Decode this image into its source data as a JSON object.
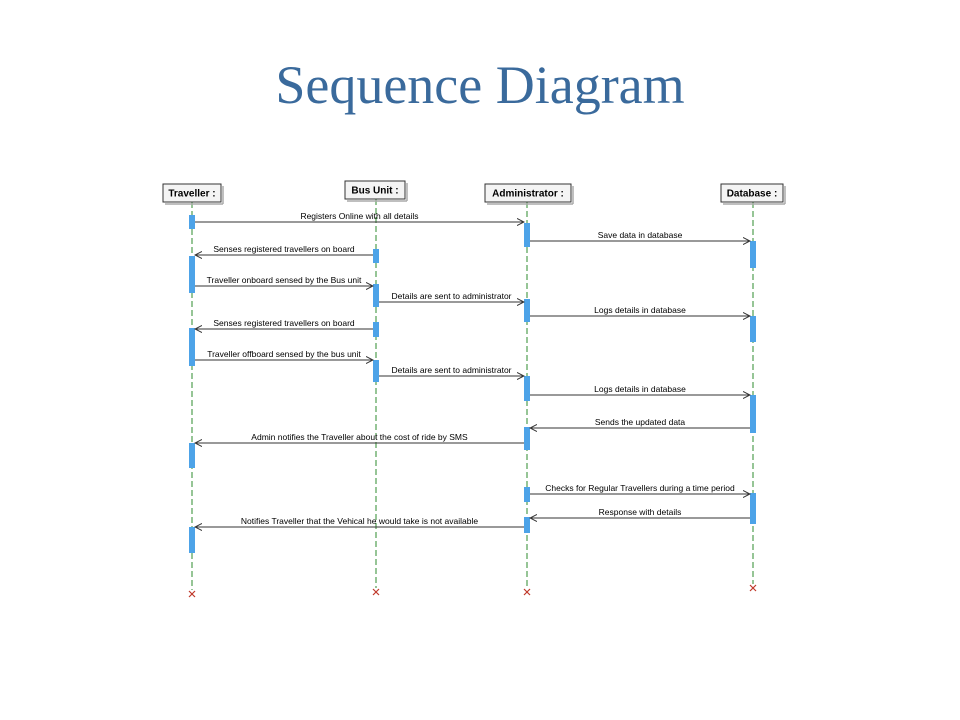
{
  "title": "Sequence Diagram",
  "actors": [
    {
      "id": "traveller",
      "label": "Traveller :"
    },
    {
      "id": "bus",
      "label": "Bus Unit :"
    },
    {
      "id": "admin",
      "label": "Administrator :"
    },
    {
      "id": "db",
      "label": "Database :"
    }
  ],
  "messages": [
    {
      "from": "traveller",
      "to": "admin",
      "label": "Registers Online with all details"
    },
    {
      "from": "admin",
      "to": "db",
      "label": "Save data in database"
    },
    {
      "from": "bus",
      "to": "traveller",
      "label": "Senses registered travellers on board"
    },
    {
      "from": "traveller",
      "to": "bus",
      "label": "Traveller onboard sensed by the Bus unit"
    },
    {
      "from": "bus",
      "to": "admin",
      "label": "Details are sent to administrator"
    },
    {
      "from": "admin",
      "to": "db",
      "label": "Logs details in database"
    },
    {
      "from": "bus",
      "to": "traveller",
      "label": "Senses registered travellers on board"
    },
    {
      "from": "traveller",
      "to": "bus",
      "label": "Traveller offboard sensed by the bus unit"
    },
    {
      "from": "bus",
      "to": "admin",
      "label": "Details are sent to administrator"
    },
    {
      "from": "admin",
      "to": "db",
      "label": "Logs details in database"
    },
    {
      "from": "db",
      "to": "admin",
      "label": "Sends the updated data"
    },
    {
      "from": "admin",
      "to": "traveller",
      "label": "Admin notifies the Traveller about the cost of ride by SMS"
    },
    {
      "from": "admin",
      "to": "db",
      "label": "Checks for Regular Travellers during a time period"
    },
    {
      "from": "db",
      "to": "admin",
      "label": "Response with details"
    },
    {
      "from": "admin",
      "to": "traveller",
      "label": "Notifies Traveller that the Vehical he would take is not available"
    }
  ],
  "colors": {
    "title": "#3a6a9c",
    "activation": "#4da3e8",
    "lifeline": "#2e8b2e",
    "terminator": "#c0392b"
  }
}
